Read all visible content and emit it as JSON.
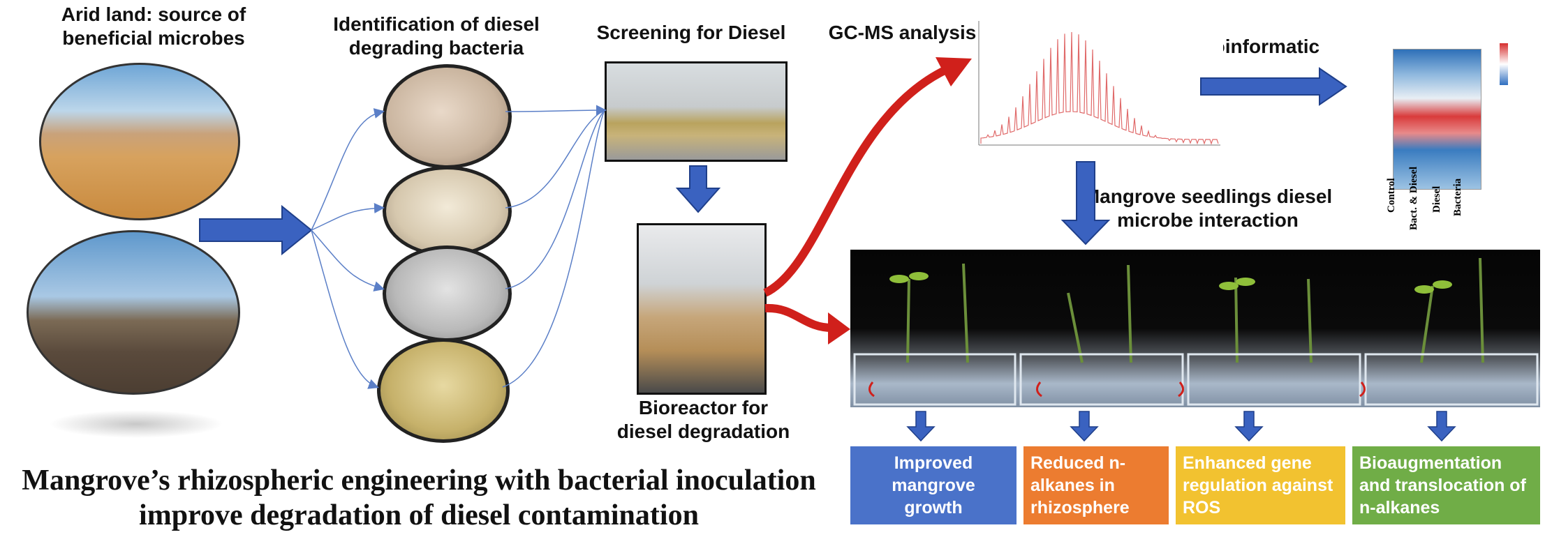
{
  "labels": {
    "arid_land": "Arid land: source of\nbeneficial microbes",
    "identification": "Identification of diesel\ndegrading bacteria",
    "screening": "Screening for Diesel",
    "gcms": "GC-MS analysis",
    "chemoinformatic": "Chemoinformatic",
    "mangrove_seedlings": "Mangrove seedlings diesel\nmicrobe interaction",
    "bioreactor": "Bioreactor for\ndiesel degradation"
  },
  "title": {
    "line1": "Mangrove’s rhizospheric engineering with bacterial inoculation",
    "line2": "improve degradation of diesel contamination"
  },
  "outcomes": [
    {
      "text": "Improved\nmangrove\ngrowth",
      "color": "#4a72c9"
    },
    {
      "text": "Reduced n-\nalkanes in\nrhizosphere",
      "color": "#ec7c30"
    },
    {
      "text": "Enhanced gene\nregulation against\nROS",
      "color": "#f2c230"
    },
    {
      "text": "Bioaugmentation\nand translocation of\nn-alkanes",
      "color": "#70ad47"
    }
  ],
  "heatmap_labels": [
    "Control",
    "Bact. & Diesel",
    "Diesel",
    "Bacteria"
  ],
  "colors": {
    "arrow_blue": "#3a62c0",
    "arrow_red": "#d0201b",
    "box_blue": "#4a72c9",
    "box_orange": "#ec7c30",
    "box_yellow": "#f2c230",
    "box_green": "#70ad47"
  }
}
